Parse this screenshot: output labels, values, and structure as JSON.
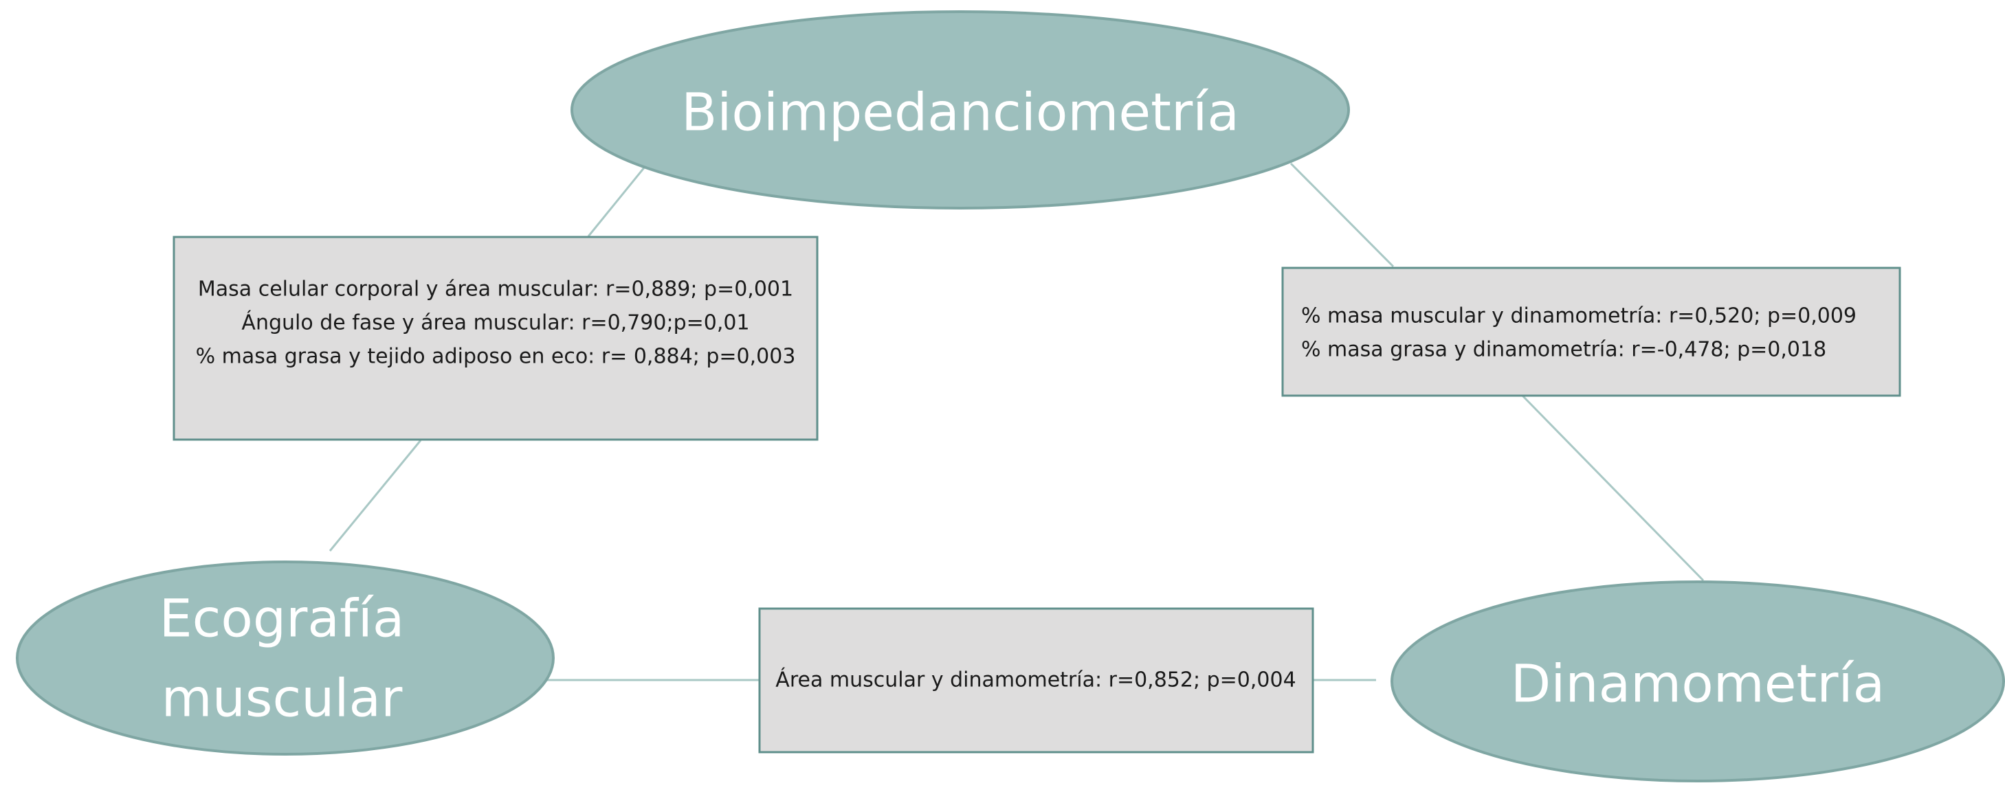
{
  "colors": {
    "node_fill": "#9dbfbd",
    "node_stroke": "#7fa6a3",
    "connector": "#a9c8c5",
    "box_fill": "#dedddd",
    "box_stroke": "#5f8f8b",
    "node_text": "#ffffff",
    "box_text": "#1a1a1a"
  },
  "nodes": {
    "bioimpedance": {
      "label": "Bioimpedanciometría"
    },
    "ultrasound": {
      "line1": "Ecografía",
      "line2": "muscular"
    },
    "dynamometry": {
      "label": "Dinamometría"
    }
  },
  "boxes": {
    "bio_eco": {
      "lines": [
        "Masa celular corporal y área muscular: r=0,889; p=0,001",
        "Ángulo de fase y área muscular: r=0,790;p=0,01",
        "% masa grasa y tejido adiposo en eco: r= 0,884; p=0,003"
      ]
    },
    "bio_dyn": {
      "lines": [
        "% masa muscular y dinamometría: r=0,520; p=0,009",
        "% masa grasa y dinamometría: r=-0,478; p=0,018"
      ]
    },
    "eco_dyn": {
      "lines": [
        "Área muscular y dinamometría: r=0,852; p=0,004"
      ]
    }
  }
}
